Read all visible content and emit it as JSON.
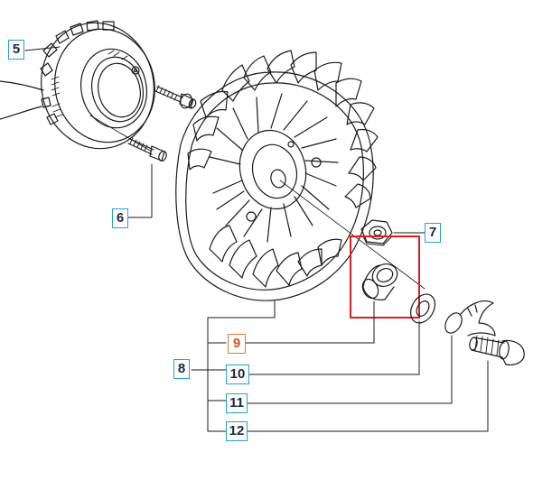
{
  "diagram": {
    "callouts": {
      "c5": "5",
      "c6": "6",
      "c7": "7",
      "c8": "8",
      "c9": "9",
      "c10": "10",
      "c11": "11",
      "c12": "12"
    },
    "colors": {
      "line": "#1a1a1a",
      "callout_border": "#2a9fd0",
      "highlight_callout_border": "#e07a3f",
      "highlight_box": "#e01b22"
    },
    "highlighted_part": "9"
  }
}
